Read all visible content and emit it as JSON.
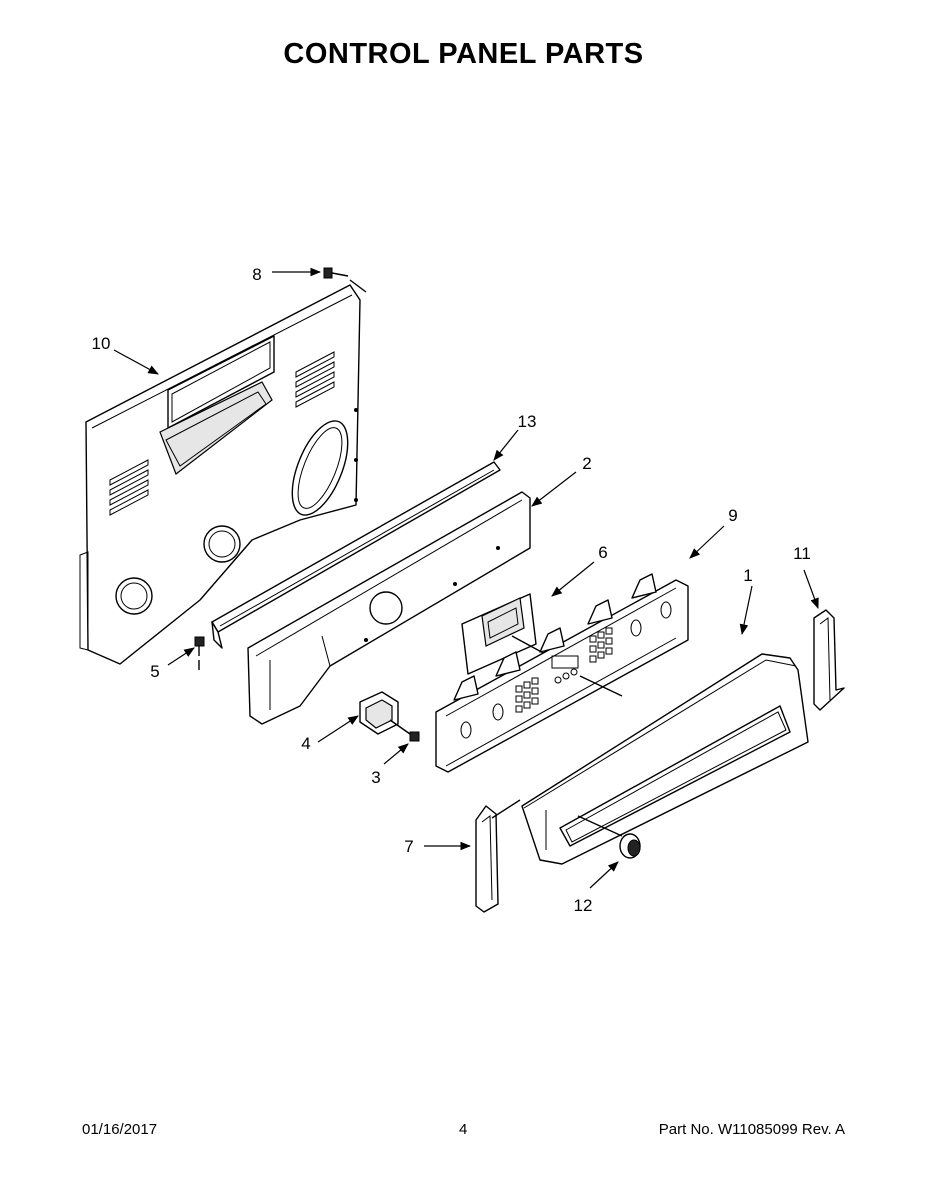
{
  "title": "CONTROL PANEL PARTS",
  "callouts": [
    "1",
    "2",
    "3",
    "4",
    "5",
    "6",
    "7",
    "8",
    "9",
    "10",
    "11",
    "12",
    "13"
  ],
  "footer": {
    "date": "01/16/2017",
    "page": "4",
    "part_number": "Part No.  W11085099  Rev.  A"
  }
}
